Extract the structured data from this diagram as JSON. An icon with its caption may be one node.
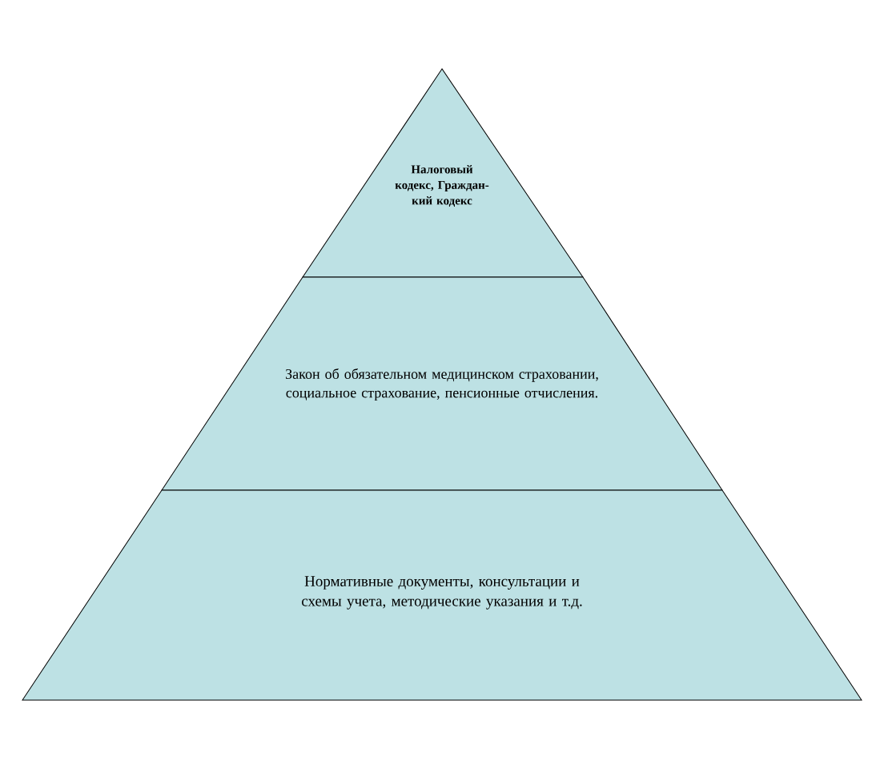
{
  "diagram": {
    "nodes": [
      {
        "text": [
          "Налоговый кодекс, Граждан-кий кодекс"
        ]
      },
      {
        "text": [
          "Закон об обязательном медицинском страховании, социальное страхование, пенсионные отчисления."
        ]
      },
      {
        "text": [
          "Нормативные документы, консультации и схемы учета, методические указания и т.д."
        ]
      }
    ]
  }
}
